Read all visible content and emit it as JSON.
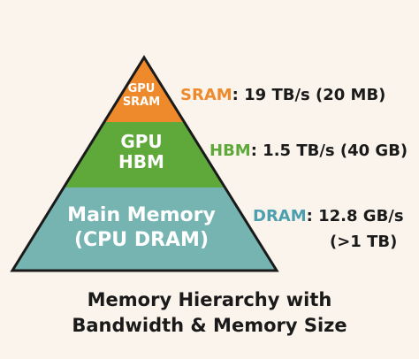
{
  "diagram": {
    "type": "memory-hierarchy-pyramid",
    "tiers": [
      {
        "name_lines": [
          "GPU",
          "SRAM"
        ],
        "color": "#ee8a2c",
        "tag": "SRAM",
        "spec_rest": ": 19 TB/s (20 MB)",
        "bandwidth": "19 TB/s",
        "size": "20 MB"
      },
      {
        "name_lines": [
          "GPU",
          "HBM"
        ],
        "color": "#5fa83a",
        "tag": "HBM",
        "spec_rest": ": 1.5 TB/s (40 GB)",
        "bandwidth": "1.5 TB/s",
        "size": "40 GB"
      },
      {
        "name_lines": [
          "Main Memory",
          "(CPU DRAM)"
        ],
        "color": "#76b4b2",
        "tag": "DRAM",
        "spec_rest": ": 12.8 GB/s",
        "spec_line2": "(>1 TB)",
        "bandwidth": "12.8 GB/s",
        "size": ">1 TB"
      }
    ],
    "outline_color": "#1a1a1a",
    "background_color": "#fbf4ec"
  },
  "caption": {
    "line1": "Memory Hierarchy with",
    "line2": "Bandwidth & Memory Size"
  }
}
